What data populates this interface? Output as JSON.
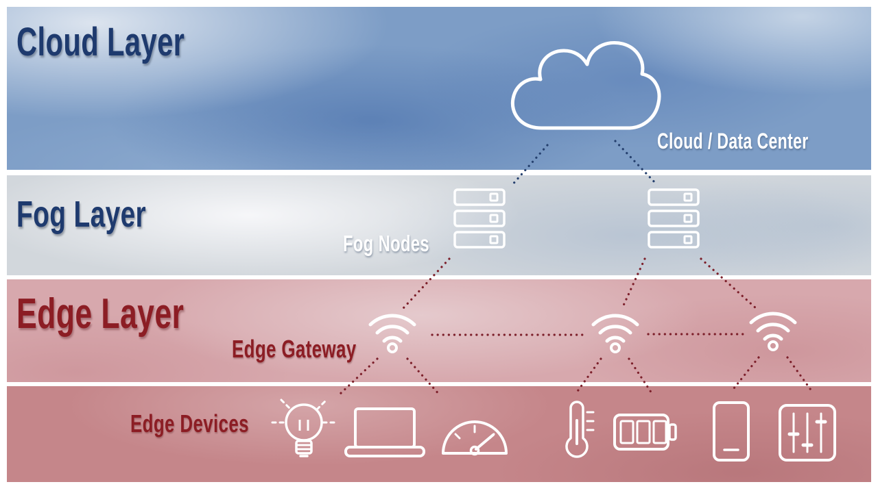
{
  "titles": {
    "cloud_layer": "Cloud Layer",
    "fog_layer": "Fog Layer",
    "edge_layer": "Edge Layer"
  },
  "labels": {
    "cloud_data_center": "Cloud / Data Center",
    "fog_nodes": "Fog Nodes",
    "edge_gateway": "Edge Gateway",
    "edge_devices": "Edge Devices"
  },
  "icons": [
    "cloud-icon",
    "server-stack-icon-left",
    "server-stack-icon-right",
    "wifi-gateway-icon-1",
    "wifi-gateway-icon-2",
    "wifi-gateway-icon-3",
    "light-bulb-icon",
    "laptop-icon",
    "gauge-icon",
    "thermometer-icon",
    "battery-icon",
    "smartphone-icon",
    "equalizer-icon"
  ],
  "colors": {
    "cloud_band": "#7d9dc6",
    "fog_band": "#d2d7dc",
    "edge_band": "#d7a8ad",
    "edge_devices_band": "#c5868a",
    "layer_title_navy": "#1e3a6e",
    "layer_title_red": "#8c1d24",
    "white_label": "#ffffff",
    "cloud_link_line": "#25406e",
    "edge_link_line": "#7c1f2a",
    "icon_stroke": "#ffffff"
  }
}
